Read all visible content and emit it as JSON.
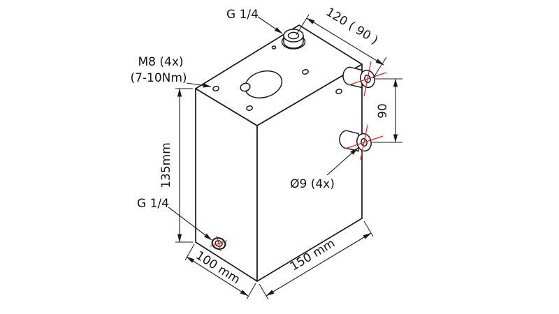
{
  "drawing": {
    "labels": {
      "port_top": "G 1/4",
      "thread_spec_line1": "M8 (4x)",
      "thread_spec_line2": "(7-10Nm)",
      "hole_spec": "Ø9 (4x)",
      "port_bottom": "G 1/4"
    },
    "dimensions": {
      "top_port_spacing": "120 ( 90 )",
      "bushing_spacing": "90",
      "height": "135mm",
      "depth": "100 mm",
      "width": "150 mm"
    },
    "colors": {
      "line": "#1a1a1a",
      "centerline": "#d1271c",
      "background": "#ffffff"
    }
  }
}
